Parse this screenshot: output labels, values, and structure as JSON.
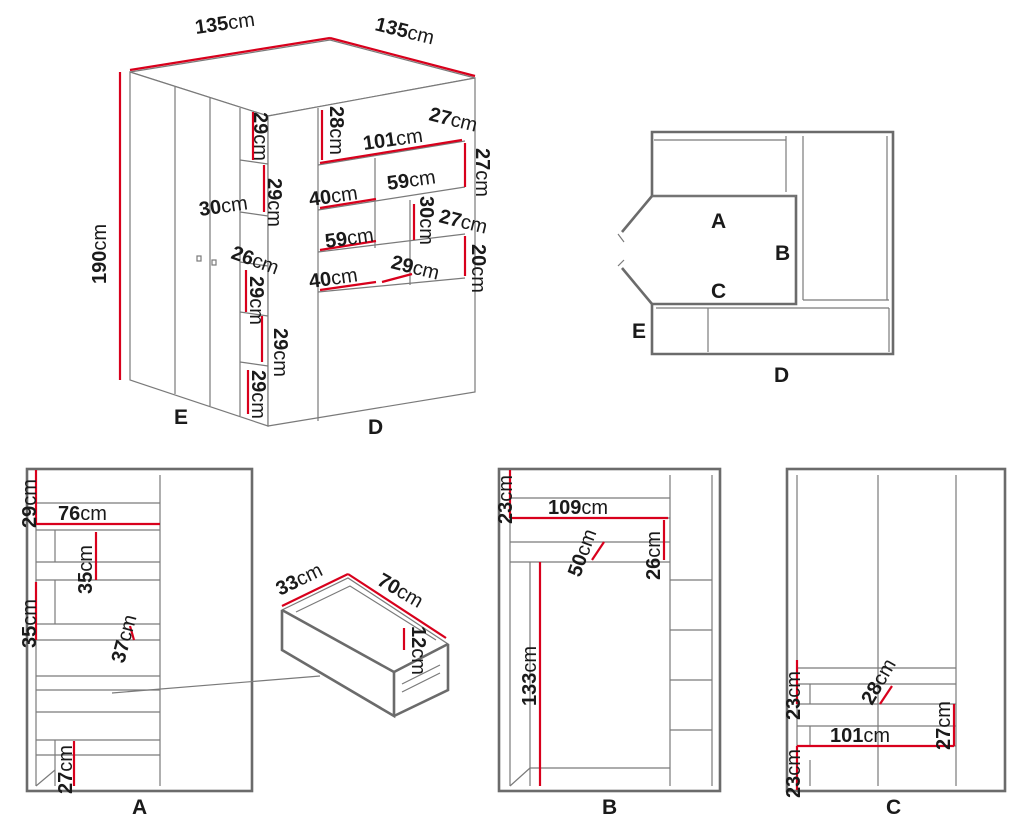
{
  "overview": {
    "width_left": {
      "num": "135",
      "unit": "cm"
    },
    "width_right": {
      "num": "135",
      "unit": "cm"
    },
    "height": {
      "num": "190",
      "unit": "cm"
    },
    "left_column": [
      {
        "num": "29",
        "unit": "cm"
      },
      {
        "num": "29",
        "unit": "cm"
      },
      {
        "num": "30",
        "unit": "cm"
      },
      {
        "num": "26",
        "unit": "cm"
      },
      {
        "num": "29",
        "unit": "cm"
      },
      {
        "num": "29",
        "unit": "cm"
      },
      {
        "num": "29",
        "unit": "cm"
      }
    ],
    "shelves": [
      {
        "num": "28",
        "unit": "cm"
      },
      {
        "num": "101",
        "unit": "cm"
      },
      {
        "num": "27",
        "unit": "cm"
      },
      {
        "num": "27",
        "unit": "cm"
      },
      {
        "num": "40",
        "unit": "cm"
      },
      {
        "num": "59",
        "unit": "cm"
      },
      {
        "num": "30",
        "unit": "cm"
      },
      {
        "num": "27",
        "unit": "cm"
      },
      {
        "num": "59",
        "unit": "cm"
      },
      {
        "num": "20",
        "unit": "cm"
      },
      {
        "num": "40",
        "unit": "cm"
      },
      {
        "num": "29",
        "unit": "cm"
      }
    ],
    "label_e": "E",
    "label_d": "D"
  },
  "plan": {
    "labels": {
      "a": "A",
      "b": "B",
      "c": "C",
      "d": "D",
      "e": "E"
    }
  },
  "section_a": {
    "label": "A",
    "dims": [
      {
        "num": "29",
        "unit": "cm"
      },
      {
        "num": "76",
        "unit": "cm"
      },
      {
        "num": "35",
        "unit": "cm"
      },
      {
        "num": "35",
        "unit": "cm"
      },
      {
        "num": "37",
        "unit": "cm"
      },
      {
        "num": "27",
        "unit": "cm"
      }
    ]
  },
  "drawer": {
    "dims": [
      {
        "num": "33",
        "unit": "cm"
      },
      {
        "num": "70",
        "unit": "cm"
      },
      {
        "num": "12",
        "unit": "cm"
      }
    ]
  },
  "section_b": {
    "label": "B",
    "dims": [
      {
        "num": "23",
        "unit": "cm"
      },
      {
        "num": "109",
        "unit": "cm"
      },
      {
        "num": "50",
        "unit": "cm"
      },
      {
        "num": "26",
        "unit": "cm"
      },
      {
        "num": "133",
        "unit": "cm"
      }
    ]
  },
  "section_c": {
    "label": "C",
    "dims": [
      {
        "num": "23",
        "unit": "cm"
      },
      {
        "num": "28",
        "unit": "cm"
      },
      {
        "num": "101",
        "unit": "cm"
      },
      {
        "num": "27",
        "unit": "cm"
      },
      {
        "num": "23",
        "unit": "cm"
      }
    ]
  }
}
